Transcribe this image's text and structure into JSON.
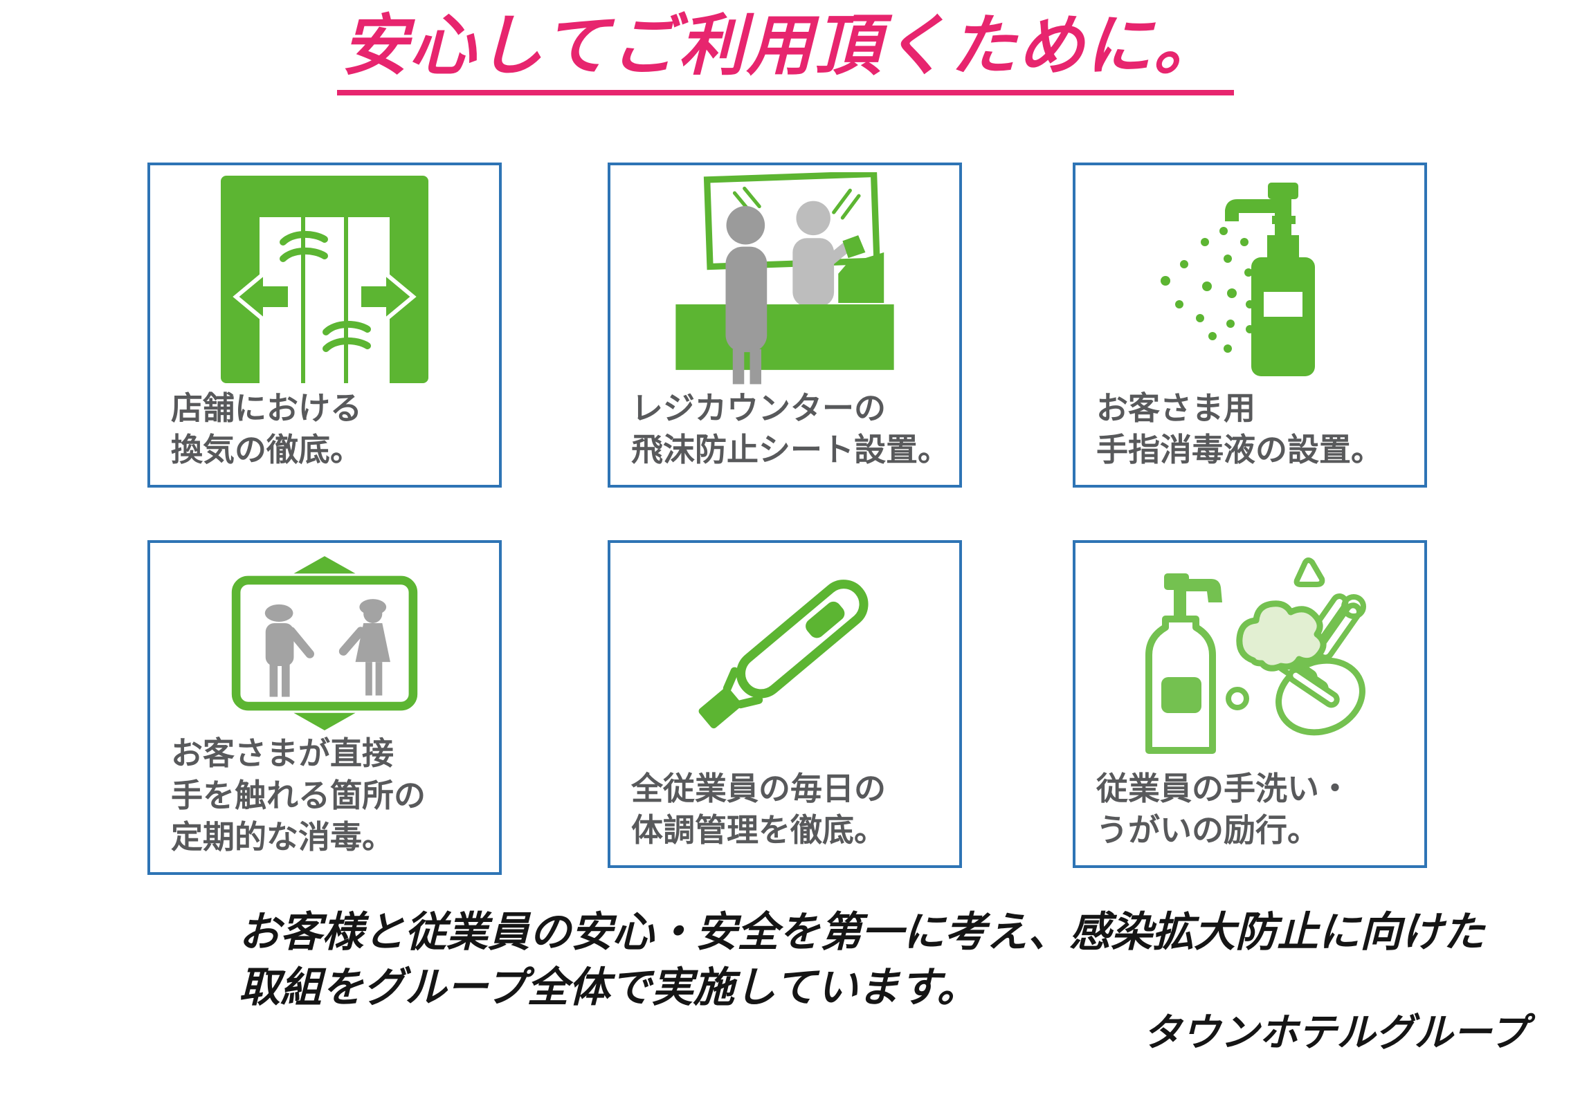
{
  "page": {
    "background": "#ffffff",
    "colors": {
      "title_pink": "#E7256E",
      "accent_green": "#5CB532",
      "light_green": "#74C150",
      "box_border_blue": "#2E74B5",
      "label_gray": "#58595B",
      "person_gray": "#9B9B9B",
      "foam_fill": "#E2EFD2"
    }
  },
  "title": {
    "text": "安心してご利用頂くために。"
  },
  "boxes": [
    {
      "icon": "ventilation-doors-icon",
      "lines": [
        "店舗における",
        "換気の徹底。"
      ]
    },
    {
      "icon": "register-counter-sheet-icon",
      "lines": [
        "レジカウンターの",
        "飛沫防止シート設置。"
      ]
    },
    {
      "icon": "sanitizer-spray-icon",
      "lines": [
        "お客さま用",
        "手指消毒液の設置。"
      ]
    },
    {
      "icon": "touchpoint-disinfection-icon",
      "lines": [
        "お客さまが直接",
        "手を触れる箇所の",
        "定期的な消毒。"
      ]
    },
    {
      "icon": "thermometer-icon",
      "lines": [
        "全従業員の毎日の",
        "体調管理を徹底。"
      ]
    },
    {
      "icon": "handwashing-icon",
      "lines": [
        "従業員の手洗い・",
        "うがいの励行。"
      ]
    }
  ],
  "footer": {
    "lines": [
      "お客様と従業員の安心・安全を第一に考え、感染拡大防止に向けた",
      "取組をグループ全体で実施しています。"
    ],
    "signature": "タウンホテルグループ"
  }
}
